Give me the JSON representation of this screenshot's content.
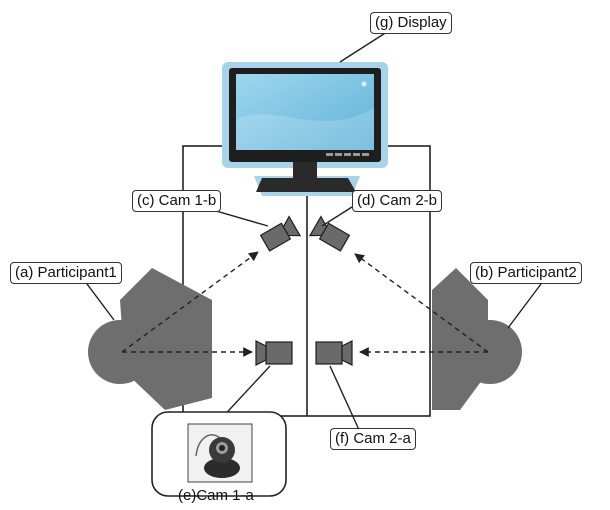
{
  "labels": {
    "display": "(g) Display",
    "cam1b": "(c) Cam 1-b",
    "cam2b": "(d) Cam 2-b",
    "participant1": "(a) Participant1",
    "participant2": "(b) Participant2",
    "cam1a": "(e)Cam 1-a",
    "cam2a": "(f) Cam 2-a"
  },
  "colors": {
    "monitor_glow": "#a9d3ea",
    "monitor_screen": "#7cc4e2",
    "figure_gray": "#6e6e6e",
    "camera_gray": "#6a6a6a",
    "line": "#222222"
  }
}
